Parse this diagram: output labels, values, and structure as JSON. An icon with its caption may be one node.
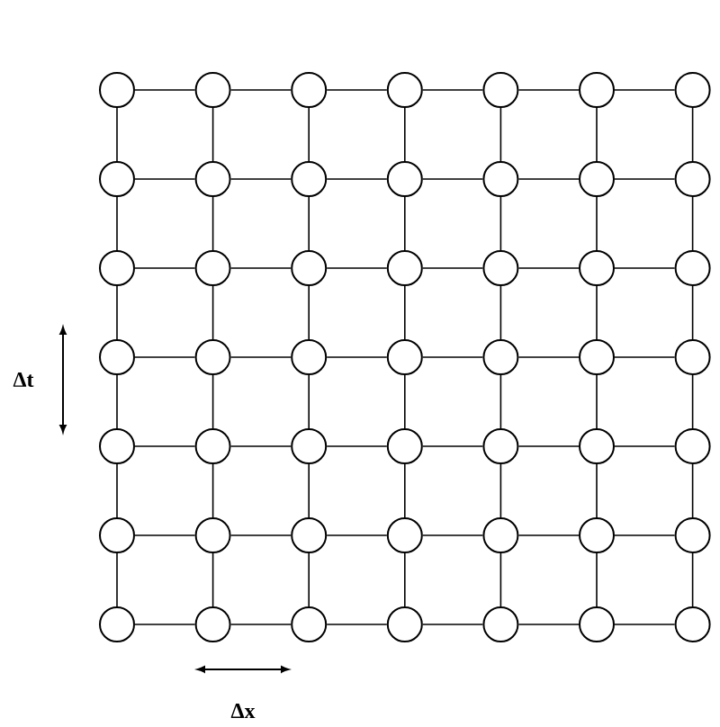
{
  "diagram": {
    "nodes": [
      {
        "text": [],
        "shape": "circle"
      },
      {
        "text": [],
        "shape": "circle"
      },
      {
        "text": [],
        "shape": "circle"
      },
      {
        "text": [],
        "shape": "circle"
      },
      {
        "text": [],
        "shape": "circle"
      },
      {
        "text": [],
        "shape": "circle"
      },
      {
        "text": [],
        "shape": "circle"
      },
      {
        "text": [],
        "shape": "circle"
      },
      {
        "text": [],
        "shape": "circle"
      },
      {
        "text": [],
        "shape": "circle"
      },
      {
        "text": [],
        "shape": "circle"
      },
      {
        "text": [],
        "shape": "circle"
      },
      {
        "text": [],
        "shape": "circle"
      },
      {
        "text": [],
        "shape": "circle"
      },
      {
        "text": [],
        "shape": "circle"
      },
      {
        "text": [],
        "shape": "circle"
      },
      {
        "text": [],
        "shape": "circle"
      },
      {
        "text": [],
        "shape": "circle"
      },
      {
        "text": [],
        "shape": "circle"
      },
      {
        "text": [],
        "shape": "circle"
      },
      {
        "text": [],
        "shape": "circle"
      },
      {
        "text": [],
        "shape": "circle"
      },
      {
        "text": [],
        "shape": "circle"
      },
      {
        "text": [],
        "shape": "circle"
      },
      {
        "text": [],
        "shape": "circle"
      },
      {
        "text": [],
        "shape": "circle"
      },
      {
        "text": [],
        "shape": "circle"
      },
      {
        "text": [],
        "shape": "circle"
      },
      {
        "text": [],
        "shape": "circle"
      },
      {
        "text": [],
        "shape": "circle"
      },
      {
        "text": [],
        "shape": "circle"
      },
      {
        "text": [],
        "shape": "circle"
      },
      {
        "text": [],
        "shape": "circle"
      },
      {
        "text": [],
        "shape": "circle"
      },
      {
        "text": [],
        "shape": "circle"
      },
      {
        "text": [],
        "shape": "circle"
      },
      {
        "text": [],
        "shape": "circle"
      },
      {
        "text": [],
        "shape": "circle"
      },
      {
        "text": [],
        "shape": "circle"
      },
      {
        "text": [],
        "shape": "circle"
      },
      {
        "text": [],
        "shape": "circle"
      },
      {
        "text": [],
        "shape": "circle"
      },
      {
        "text": [],
        "shape": "circle"
      },
      {
        "text": [],
        "shape": "circle"
      },
      {
        "text": [],
        "shape": "circle"
      },
      {
        "text": [],
        "shape": "circle"
      },
      {
        "text": [],
        "shape": "circle"
      },
      {
        "text": [],
        "shape": "circle"
      },
      {
        "text": [],
        "shape": "circle"
      }
    ],
    "edges": [
      {
        "from": 0,
        "to": 1,
        "arrow": "none"
      },
      {
        "from": 1,
        "to": 2,
        "arrow": "none"
      },
      {
        "from": 2,
        "to": 3,
        "arrow": "none"
      },
      {
        "from": 3,
        "to": 4,
        "arrow": "none"
      },
      {
        "from": 4,
        "to": 5,
        "arrow": "none"
      },
      {
        "from": 5,
        "to": 6,
        "arrow": "none"
      },
      {
        "from": 7,
        "to": 8,
        "arrow": "none"
      },
      {
        "from": 8,
        "to": 9,
        "arrow": "none"
      },
      {
        "from": 9,
        "to": 10,
        "arrow": "none"
      },
      {
        "from": 10,
        "to": 11,
        "arrow": "none"
      },
      {
        "from": 11,
        "to": 12,
        "arrow": "none"
      },
      {
        "from": 12,
        "to": 13,
        "arrow": "none"
      },
      {
        "from": 14,
        "to": 15,
        "arrow": "none"
      },
      {
        "from": 15,
        "to": 16,
        "arrow": "none"
      },
      {
        "from": 16,
        "to": 17,
        "arrow": "none"
      },
      {
        "from": 17,
        "to": 18,
        "arrow": "none"
      },
      {
        "from": 18,
        "to": 19,
        "arrow": "none"
      },
      {
        "from": 19,
        "to": 20,
        "arrow": "none"
      },
      {
        "from": 21,
        "to": 22,
        "arrow": "none"
      },
      {
        "from": 22,
        "to": 23,
        "arrow": "none"
      },
      {
        "from": 23,
        "to": 24,
        "arrow": "none"
      },
      {
        "from": 24,
        "to": 25,
        "arrow": "none"
      },
      {
        "from": 25,
        "to": 26,
        "arrow": "none"
      },
      {
        "from": 26,
        "to": 27,
        "arrow": "none"
      },
      {
        "from": 28,
        "to": 29,
        "arrow": "none"
      },
      {
        "from": 29,
        "to": 30,
        "arrow": "none"
      },
      {
        "from": 30,
        "to": 31,
        "arrow": "none"
      },
      {
        "from": 31,
        "to": 32,
        "arrow": "none"
      },
      {
        "from": 32,
        "to": 33,
        "arrow": "none"
      },
      {
        "from": 33,
        "to": 34,
        "arrow": "none"
      },
      {
        "from": 35,
        "to": 36,
        "arrow": "none"
      },
      {
        "from": 36,
        "to": 37,
        "arrow": "none"
      },
      {
        "from": 37,
        "to": 38,
        "arrow": "none"
      },
      {
        "from": 38,
        "to": 39,
        "arrow": "none"
      },
      {
        "from": 39,
        "to": 40,
        "arrow": "none"
      },
      {
        "from": 40,
        "to": 41,
        "arrow": "none"
      },
      {
        "from": 42,
        "to": 43,
        "arrow": "none"
      },
      {
        "from": 43,
        "to": 44,
        "arrow": "none"
      },
      {
        "from": 44,
        "to": 45,
        "arrow": "none"
      },
      {
        "from": 45,
        "to": 46,
        "arrow": "none"
      },
      {
        "from": 46,
        "to": 47,
        "arrow": "none"
      },
      {
        "from": 47,
        "to": 48,
        "arrow": "none"
      },
      {
        "from": 0,
        "to": 7,
        "arrow": "none"
      },
      {
        "from": 1,
        "to": 8,
        "arrow": "none"
      },
      {
        "from": 2,
        "to": 9,
        "arrow": "none"
      },
      {
        "from": 3,
        "to": 10,
        "arrow": "none"
      },
      {
        "from": 4,
        "to": 11,
        "arrow": "none"
      },
      {
        "from": 5,
        "to": 12,
        "arrow": "none"
      },
      {
        "from": 6,
        "to": 13,
        "arrow": "none"
      },
      {
        "from": 7,
        "to": 14,
        "arrow": "none"
      },
      {
        "from": 8,
        "to": 15,
        "arrow": "none"
      },
      {
        "from": 9,
        "to": 16,
        "arrow": "none"
      },
      {
        "from": 10,
        "to": 17,
        "arrow": "none"
      },
      {
        "from": 11,
        "to": 18,
        "arrow": "none"
      },
      {
        "from": 12,
        "to": 19,
        "arrow": "none"
      },
      {
        "from": 13,
        "to": 20,
        "arrow": "none"
      },
      {
        "from": 14,
        "to": 21,
        "arrow": "none"
      },
      {
        "from": 15,
        "to": 22,
        "arrow": "none"
      },
      {
        "from": 16,
        "to": 23,
        "arrow": "none"
      },
      {
        "from": 17,
        "to": 24,
        "arrow": "none"
      },
      {
        "from": 18,
        "to": 25,
        "arrow": "none"
      },
      {
        "from": 19,
        "to": 26,
        "arrow": "none"
      },
      {
        "from": 20,
        "to": 27,
        "arrow": "none"
      },
      {
        "from": 21,
        "to": 28,
        "arrow": "none"
      },
      {
        "from": 22,
        "to": 29,
        "arrow": "none"
      },
      {
        "from": 23,
        "to": 30,
        "arrow": "none"
      },
      {
        "from": 24,
        "to": 31,
        "arrow": "none"
      },
      {
        "from": 25,
        "to": 32,
        "arrow": "none"
      },
      {
        "from": 26,
        "to": 33,
        "arrow": "none"
      },
      {
        "from": 27,
        "to": 34,
        "arrow": "none"
      },
      {
        "from": 28,
        "to": 35,
        "arrow": "none"
      },
      {
        "from": 29,
        "to": 36,
        "arrow": "none"
      },
      {
        "from": 30,
        "to": 37,
        "arrow": "none"
      },
      {
        "from": 31,
        "to": 38,
        "arrow": "none"
      },
      {
        "from": 32,
        "to": 39,
        "arrow": "none"
      },
      {
        "from": 33,
        "to": 40,
        "arrow": "none"
      },
      {
        "from": 34,
        "to": 41,
        "arrow": "none"
      },
      {
        "from": 35,
        "to": 42,
        "arrow": "none"
      },
      {
        "from": 36,
        "to": 43,
        "arrow": "none"
      },
      {
        "from": 37,
        "to": 44,
        "arrow": "none"
      },
      {
        "from": 38,
        "to": 45,
        "arrow": "none"
      },
      {
        "from": 39,
        "to": 46,
        "arrow": "none"
      },
      {
        "from": 40,
        "to": 47,
        "arrow": "none"
      },
      {
        "from": 41,
        "to": 48,
        "arrow": "none"
      }
    ],
    "labels": [
      "Δt",
      "Δx"
    ]
  }
}
